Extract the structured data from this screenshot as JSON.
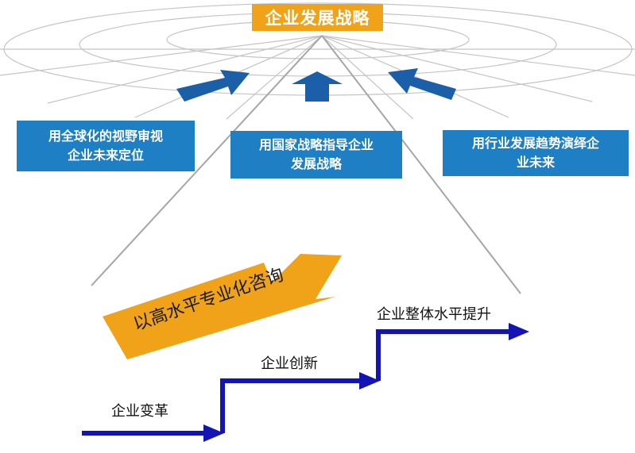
{
  "title": "企业发展战略",
  "boxes": {
    "left": "用全球化的视野审视\n企业未来定位",
    "center": "用国家战略指导企业\n发展战略",
    "right": "用行业发展趋势演绎企\n业未来"
  },
  "orange_arrow_text": "以高水平专业化咨询",
  "steps": {
    "step1": "企业变革",
    "step2": "企业创新",
    "step3": "企业整体水平提升"
  },
  "colors": {
    "orange": "#f0a318",
    "blue_box": "#1f7fc4",
    "blue_arrow": "#1a5fa8",
    "step_line": "#1414b4",
    "grey_line": "#a0a0a0"
  }
}
